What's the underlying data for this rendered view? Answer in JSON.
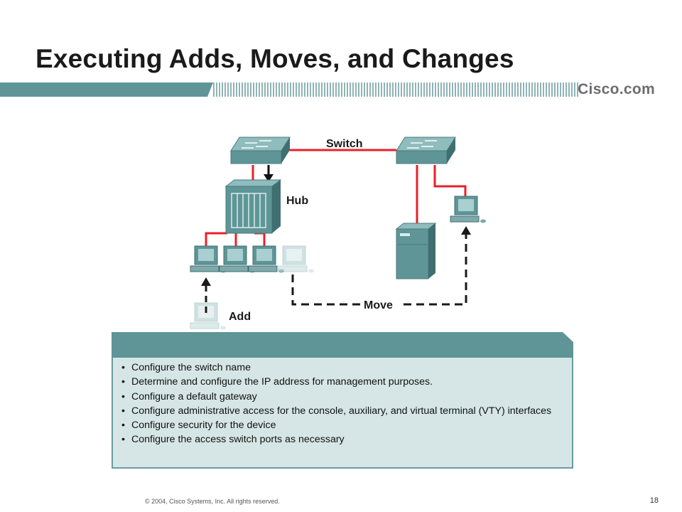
{
  "slide": {
    "title": "Executing Adds, Moves, and Changes",
    "logo_text": "Cisco.com"
  },
  "diagram": {
    "labels": {
      "switch": "Switch",
      "hub": "Hub",
      "move": "Move",
      "add": "Add"
    },
    "colors": {
      "device_teal": "#5f9597",
      "link_red": "#e8202a",
      "dashed_arrow": "#1a1a1a"
    }
  },
  "panel": {
    "bullets": [
      "Configure the switch name",
      "Determine and configure the IP address for management purposes.",
      "Configure a default gateway",
      "Configure administrative access for the console, auxiliary, and virtual terminal (VTY) interfaces",
      "Configure security for the device",
      "Configure the access switch ports as necessary"
    ]
  },
  "footer": {
    "copyright": "© 2004, Cisco Systems, Inc. All rights reserved.",
    "page_number": "18"
  }
}
